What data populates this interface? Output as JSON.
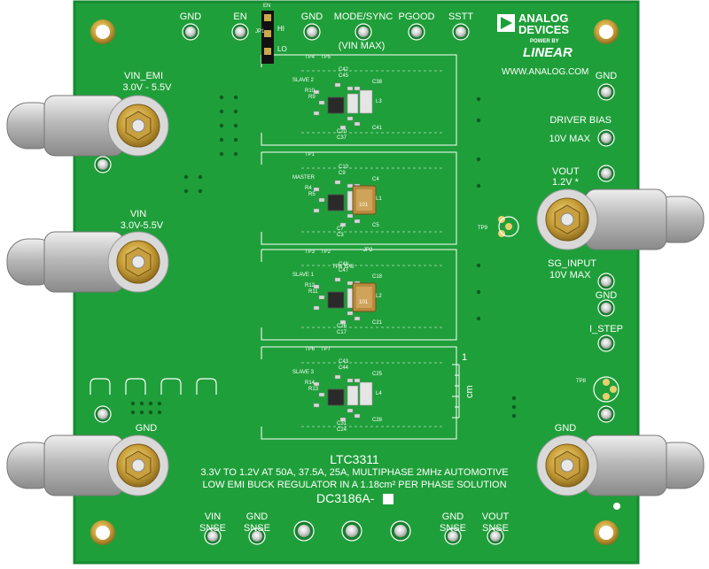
{
  "brand": {
    "company_line1": "ANALOG",
    "company_line2": "DEVICES",
    "power_by": "POWER BY",
    "linear": "LINEAR",
    "website": "WWW.ANALOG.COM"
  },
  "top_labels": {
    "gnd1": "GND",
    "en": "EN",
    "jp1": "JP1",
    "en_small": "EN",
    "hi": "HI",
    "lo": "LO",
    "gnd2": "GND",
    "mode_sync": "MODE/SYNC",
    "vin_max": "(VIN MAX)",
    "pgood": "PGOOD",
    "sstt": "SSTT"
  },
  "left_labels": {
    "vin_emi": "VIN_EMI",
    "vin_emi_range": "3.0V - 5.5V",
    "vin": "VIN",
    "vin_range": "3.0V-5.5V",
    "gnd": "GND"
  },
  "right_labels": {
    "gnd_top": "GND",
    "driver_bias": "DRIVER BIAS",
    "driver_bias_max": "10V MAX",
    "vout": "VOUT",
    "vout_value": "1.2V *",
    "tp9": "TP9",
    "sg_input": "SG_INPUT",
    "sg_input_max": "10V MAX",
    "gnd_mid": "GND",
    "i_step": "I_STEP",
    "tp8": "TP8",
    "gnd_bottom": "GND"
  },
  "bottom_labels": {
    "vin": "VIN",
    "snse1": "SNSE",
    "gnd1": "GND",
    "snse2": "SNSE",
    "gnd2": "GND",
    "snse3": "SNSE",
    "vout": "VOUT",
    "snse4": "SNSE"
  },
  "title": {
    "part": "LTC3311",
    "line1": "3.3V TO 1.2V AT 50A, 37.5A, 25A, MULTIPHASE 2MHz AUTOMOTIVE",
    "line2": "LOW EMI BUCK REGULATOR IN A 1.18cm² PER PHASE SOLUTION",
    "board_id": "DC3186A-"
  },
  "ruler": {
    "cm": "cm",
    "one": "1"
  },
  "stages": [
    {
      "name": "SLAVE 2",
      "tp_a": "TP4",
      "tp_b": "TP5",
      "caps_top": "C42",
      "caps_top2": "C45",
      "cap_r": "C38",
      "r1": "R10",
      "r2": "R9",
      "l": "L3",
      "c_bot1": "C20",
      "c_bot2": "C37",
      "c_out": "C41",
      "chip_mark": ""
    },
    {
      "name": "MASTER",
      "tp_a": "TP1",
      "tp_b": "",
      "caps_top": "C10",
      "caps_top2": "C9",
      "cap_r": "C4",
      "r1": "R4",
      "r2": "R5",
      "l": "L1",
      "c_bot1": "C7",
      "c_bot2": "C3",
      "c_out": "C5",
      "chip_mark": "101"
    },
    {
      "name": "SLAVE 1",
      "tp_a": "TP3",
      "tp_b": "TP2",
      "caps_top": "C48",
      "caps_top2": "C47",
      "cap_r": "C18",
      "r1": "R12",
      "r2": "R11",
      "l": "L2",
      "c_bot1": "C26",
      "c_bot2": "C17",
      "c_out": "C21",
      "chip_mark": "101"
    },
    {
      "name": "SLAVE 3",
      "tp_a": "TP6",
      "tp_b": "TP7",
      "caps_top": "C43",
      "caps_top2": "C44",
      "cap_r": "C25",
      "r1": "R14",
      "r2": "R13",
      "l": "L4",
      "c_bot1": "C31",
      "c_bot2": "C24",
      "c_out": "C28",
      "chip_mark": ""
    }
  ],
  "misc": {
    "jp2": "JP2",
    "tp_a_tp_b": "TPA TPB"
  },
  "colors": {
    "board": "#1f9f3a",
    "board_edge": "#178a31",
    "silkscreen": "#ffffff",
    "copper_ring": "#c9a94a",
    "terminal_metal": "#c8c8c8",
    "chip_dark": "#2a2a2a",
    "inductor": "#b98a3d"
  }
}
